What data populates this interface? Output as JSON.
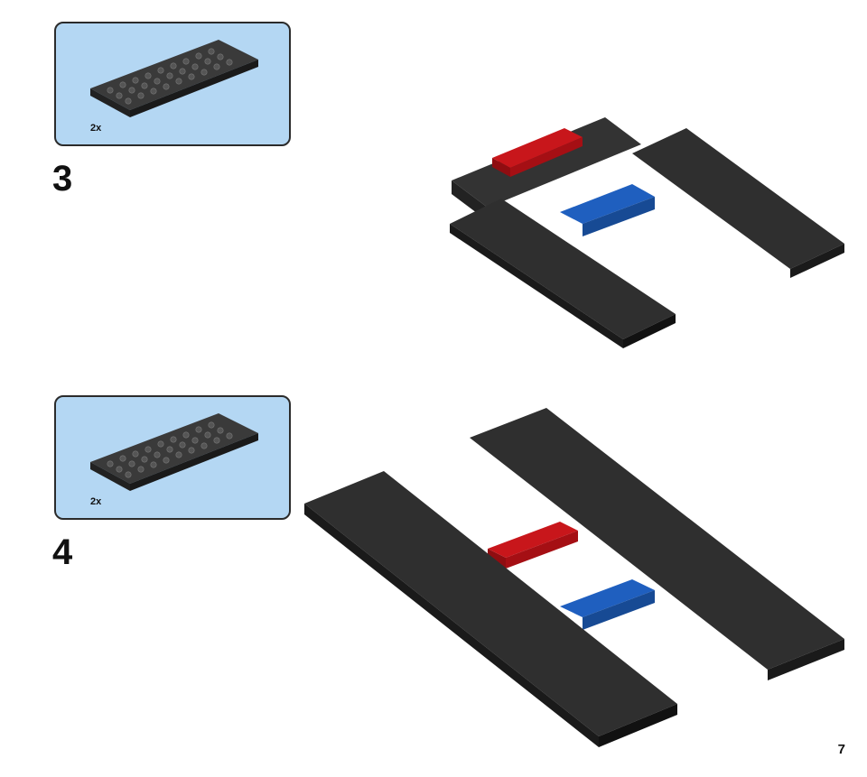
{
  "steps": [
    {
      "number": "3",
      "parts": [
        {
          "quantity": "2x",
          "part": "black-plate-4x10"
        }
      ]
    },
    {
      "number": "4",
      "parts": [
        {
          "quantity": "2x",
          "part": "black-plate-4x10"
        }
      ]
    }
  ],
  "page_number": "7",
  "colors": {
    "panel": "#b4d7f3",
    "plate_black": "#2c2c2c",
    "brick_red": "#c8161b",
    "brick_blue": "#1f5fbf"
  }
}
